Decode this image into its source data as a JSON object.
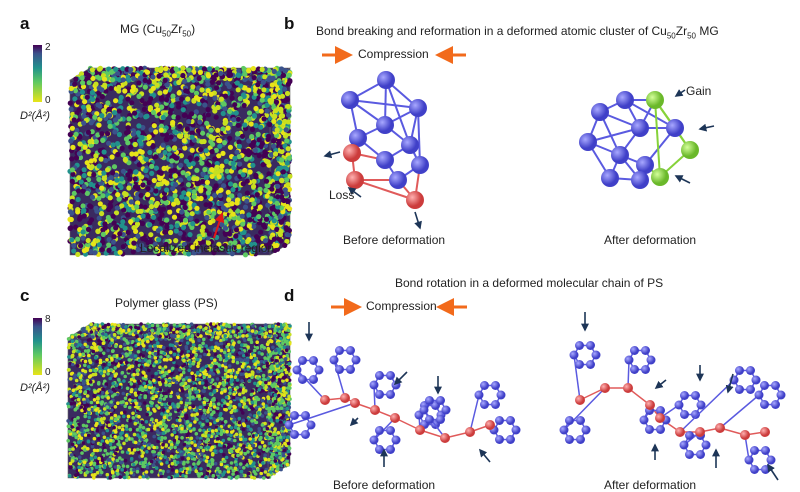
{
  "panel_a": {
    "letter": "a",
    "title_pre": "MG (Cu",
    "sub1": "50",
    "mid": "Zr",
    "sub2": "50",
    "title_post": ")",
    "cbar_max": "2",
    "cbar_min": "0",
    "cbar_label": "D²(Å²)",
    "annotation": "Localized inelastic region"
  },
  "panel_b": {
    "letter": "b",
    "title_pre": "Bond breaking and reformation in a deformed atomic cluster of Cu",
    "sub1": "50",
    "mid": "Zr",
    "sub2": "50",
    "title_post": " MG",
    "compression": "Compression",
    "before": "Before deformation",
    "after": "After deformation",
    "loss": "Loss",
    "gain": "Gain"
  },
  "panel_c": {
    "letter": "c",
    "title": "Polymer glass (PS)",
    "cbar_max": "8",
    "cbar_min": "0",
    "cbar_label": "D²(Å²)"
  },
  "panel_d": {
    "letter": "d",
    "title": "Bond rotation in a deformed molecular chain of PS",
    "compression": "Compression",
    "before": "Before deformation",
    "after": "After deformation"
  },
  "colors": {
    "blue_atom": "#5a5ae0",
    "red_atom": "#e05a5a",
    "green_atom": "#86d23a",
    "arrow_orange": "#f26a1b",
    "arrow_navy": "#1d3557"
  }
}
